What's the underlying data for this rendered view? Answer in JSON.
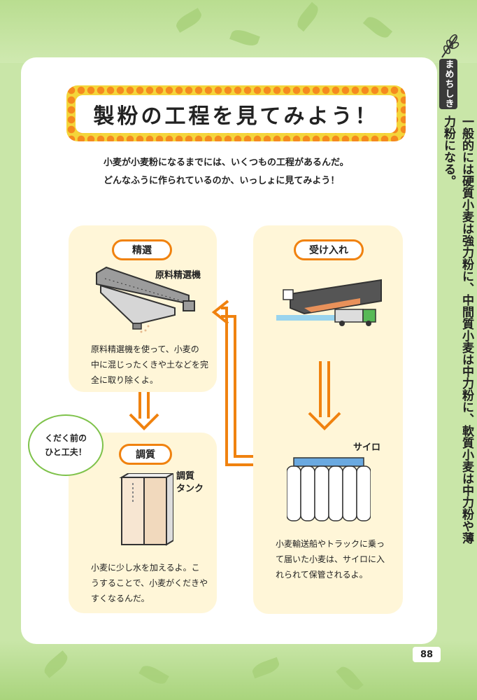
{
  "title": "製粉の工程を見てみよう！",
  "intro": {
    "line1": "小麦が小麦粉になるまでには、いくつもの工程があるんだ。",
    "line2": "どんなふうに作られているのか、いっしょに見てみよう！"
  },
  "steps": {
    "seisen": {
      "badge": "精選",
      "label": "原料精選機",
      "desc1": "原料精選機を使って、小麦の",
      "desc2": "中に混じったくきや土などを完",
      "desc3": "全に取り除くよ。"
    },
    "ukeire": {
      "badge": "受け入れ",
      "label": "サイロ",
      "desc1": "小麦輸送船やトラックに乗っ",
      "desc2": "て届いた小麦は、サイロに入",
      "desc3": "れられて保管されるよ。"
    },
    "choshitsu": {
      "badge": "調質",
      "label1": "調質",
      "label2": "タンク",
      "desc1": "小麦に少し水を加えるよ。こ",
      "desc2": "うすることで、小麦がくだきや",
      "desc3": "すくなるんだ。"
    }
  },
  "bubble": {
    "line1": "くだく前の",
    "line2": "ひと工夫！"
  },
  "sidebar": {
    "label": "まめちしき",
    "text": "一般的には硬質小麦は強力粉に、中間質小麦は中力粉に、軟質小麦は中力粉や薄力粉になる。"
  },
  "page_number": "88",
  "colors": {
    "accent": "#f0820f",
    "card": "#fff6d8",
    "title_frame": "#f4d53a",
    "background": "#c9e6a8"
  }
}
